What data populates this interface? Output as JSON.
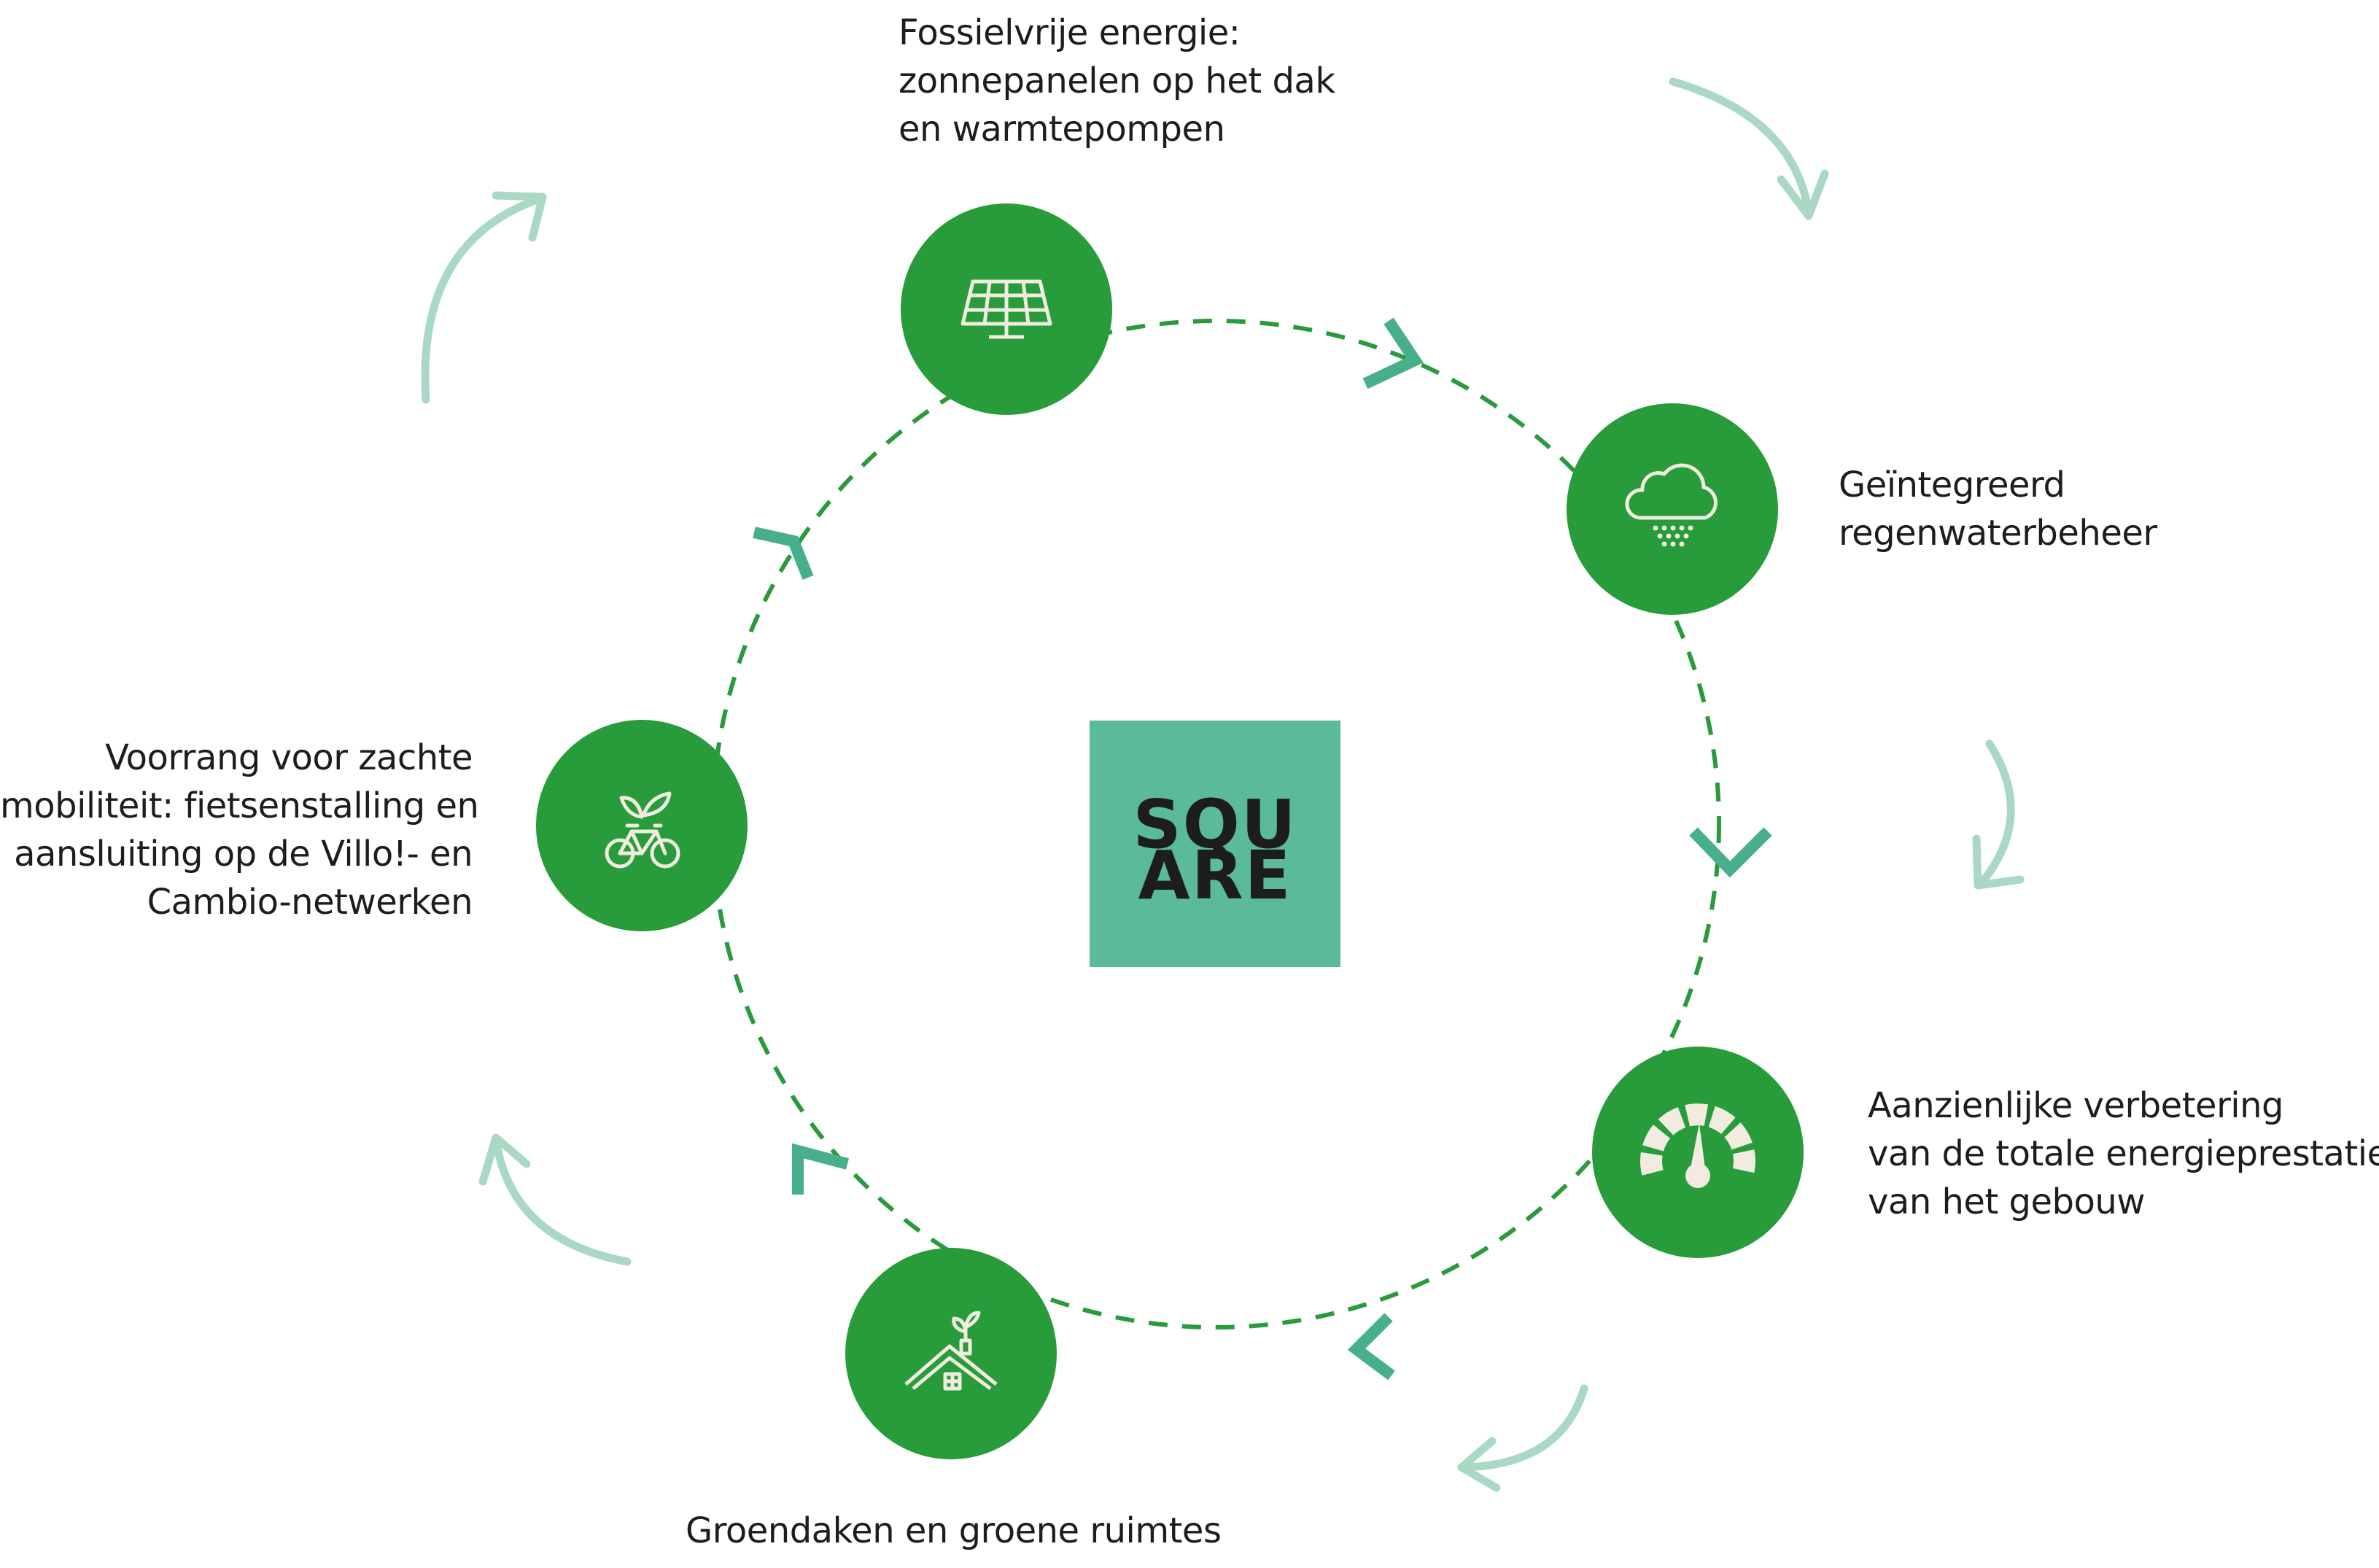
{
  "colors": {
    "node_green": "#289c3a",
    "dashed_ring": "#2a9a3c",
    "chevron": "#47b08a",
    "outer_arrow": "#a9d9c5",
    "logo_bg": "#5bba98",
    "icon_fill": "#f1ecdf",
    "text": "#1d1d1b"
  },
  "logo": {
    "line1": "SQU",
    "line2": "ARE"
  },
  "nodes": [
    {
      "id": "solar",
      "icon": "solar-panel-icon",
      "lines": [
        "Fossielvrije energie:",
        "zonnepanelen op het dak",
        "en warmtepompen"
      ]
    },
    {
      "id": "rain",
      "icon": "rain-cloud-icon",
      "lines": [
        "Geïntegreerd",
        "regenwaterbeheer"
      ]
    },
    {
      "id": "energy",
      "icon": "gauge-icon",
      "lines": [
        "Aanzienlijke verbetering",
        "van de totale energieprestatie",
        "van het gebouw"
      ]
    },
    {
      "id": "green",
      "icon": "green-roof-house-icon",
      "lines": [
        "Groendaken en groene ruimtes"
      ]
    },
    {
      "id": "mobility",
      "icon": "bicycle-leaf-icon",
      "lines": [
        "Voorrang voor zachte",
        "mobiliteit: fietsenstalling en",
        "aansluiting op de Villo!- en",
        "Cambio-netwerken"
      ]
    }
  ]
}
